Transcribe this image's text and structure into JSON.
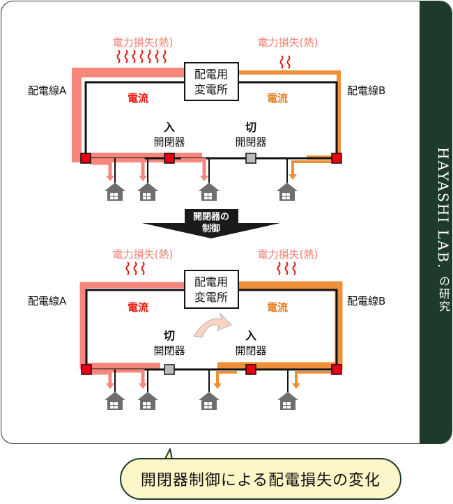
{
  "sidebar": {
    "lab_name": "HAYASHI LAB.",
    "suffix": "の研究"
  },
  "top_panel": {
    "loss_left": "電力損失(熱)",
    "loss_right": "電力損失(熱)",
    "substation_line1": "配電用",
    "substation_line2": "変電所",
    "line_a": "配電線A",
    "line_b": "配電線B",
    "current_left": "電流",
    "current_right": "電流",
    "switch1_state": "入",
    "switch1_label": "開閉器",
    "switch2_state": "切",
    "switch2_label": "開閉器"
  },
  "transition": {
    "line1": "開閉器の",
    "line2": "制御"
  },
  "bottom_panel": {
    "loss_left": "電力損失(熱)",
    "loss_right": "電力損失(熱)",
    "substation_line1": "配電用",
    "substation_line2": "変電所",
    "line_a": "配電線A",
    "line_b": "配電線B",
    "current_left": "電流",
    "current_right": "電流",
    "switch1_state": "切",
    "switch1_label": "開閉器",
    "switch2_state": "入",
    "switch2_label": "開閉器"
  },
  "caption": "開閉器制御による配電損失の変化",
  "colors": {
    "loss_red": "#f07d70",
    "current_red": "#e8170c",
    "current_orange": "#e87b1f",
    "band_red": "#f5877c",
    "band_orange": "#ee8f3a",
    "switch_on": "#e60012",
    "switch_off": "#bbbbbb",
    "house": "#6e6e6e",
    "sidebar_green": "#1e3a2b",
    "caption_bg": "#fbf7c8"
  },
  "icons": [
    "heat-wave-icon",
    "house-icon",
    "switch-icon",
    "curved-arrow-icon",
    "down-arrow-icon"
  ]
}
